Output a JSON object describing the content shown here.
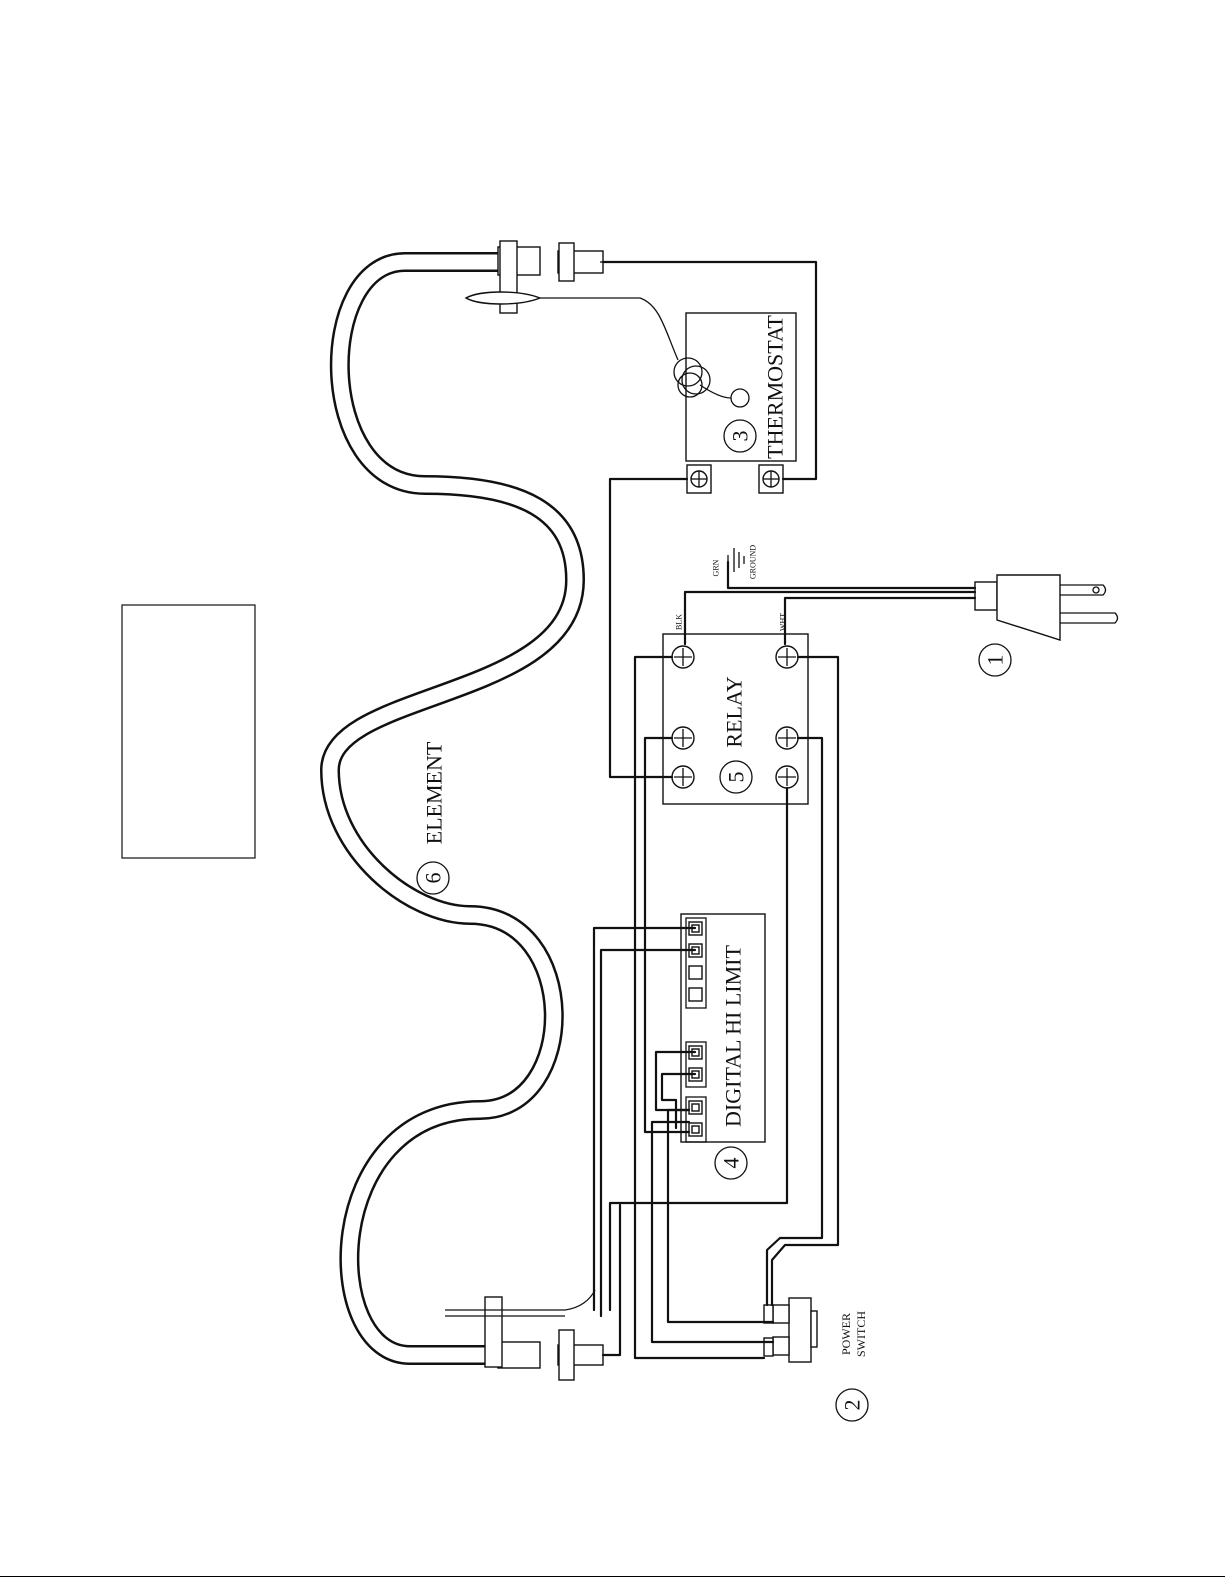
{
  "components": {
    "plug": {
      "number": "1"
    },
    "power_switch": {
      "number": "2",
      "label_line1": "POWER",
      "label_line2": "SWITCH"
    },
    "thermostat": {
      "number": "3",
      "label": "THERMOSTAT"
    },
    "hi_limit": {
      "number": "4",
      "label": "DIGITAL HI LIMIT"
    },
    "relay": {
      "number": "5",
      "label": "RELAY"
    },
    "element": {
      "number": "6",
      "label": "ELEMENT"
    }
  },
  "wire_labels": {
    "blk": "BLK",
    "wht": "WHT",
    "grn": "GRN",
    "ground": "GROUND"
  }
}
